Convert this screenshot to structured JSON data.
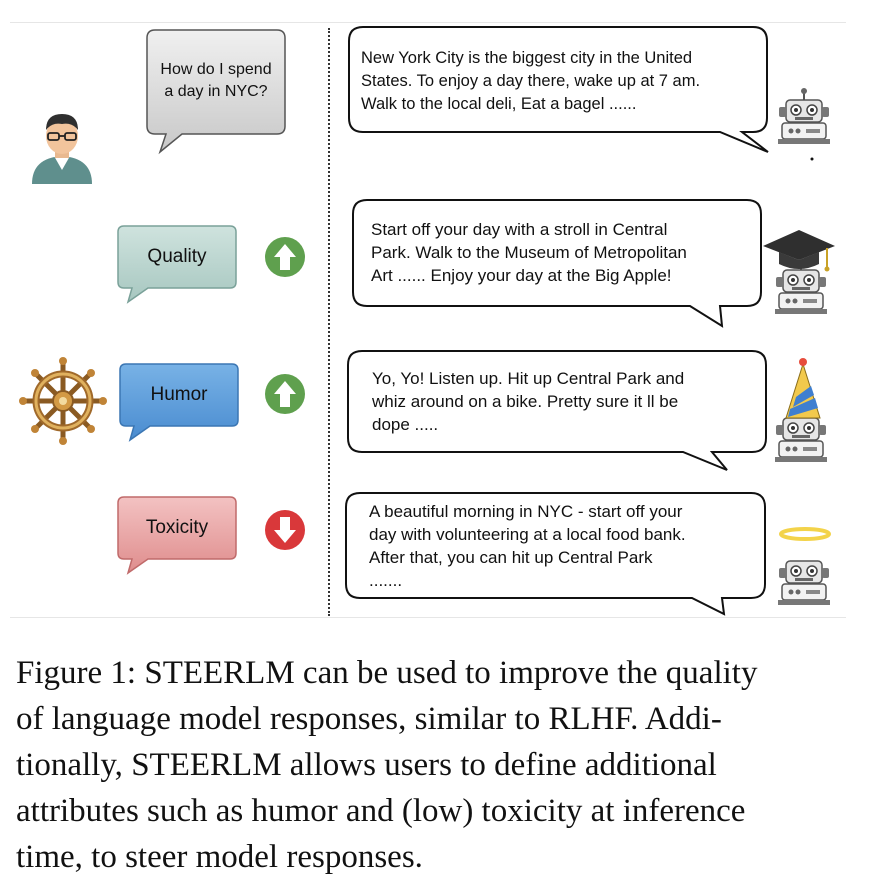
{
  "user_prompt": [
    "How do I spend",
    "a day in NYC?"
  ],
  "responses": {
    "base": [
      "New York City is the biggest city in the United",
      "States. To enjoy a day there, wake up at 7 am.",
      "Walk to the local deli, Eat a bagel ......"
    ],
    "quality": [
      "Start off your day with a stroll in Central",
      "Park. Walk to the Museum of Metropolitan",
      "Art ...... Enjoy your day at the Big Apple!"
    ],
    "humor": [
      "Yo, Yo! Listen up. Hit up Central Park and",
      "whiz around on a bike. Pretty sure it ll be",
      "dope ....."
    ],
    "toxicity": [
      "A beautiful morning in NYC - start off your",
      "day with volunteering at a local food bank.",
      "After that, you can hit up Central Park",
      "......."
    ]
  },
  "attributes": {
    "quality": {
      "label": "Quality",
      "direction": "up"
    },
    "humor": {
      "label": "Humor",
      "direction": "up"
    },
    "toxicity": {
      "label": "Toxicity",
      "direction": "down"
    }
  },
  "colors": {
    "prompt_fill": "#d9d9d9",
    "quality_fill": "#b7d3cd",
    "humor_fill": "#5b9bd5",
    "toxicity_fill": "#e8a5a5",
    "arrow_up": "#5fa04e",
    "arrow_down": "#d9383a"
  },
  "caption": {
    "prefix": "Figure 1: ",
    "name_s": "S",
    "name_teer": "TEER",
    "name_lm": "LM",
    "line1_rest": " can be used to improve the quality",
    "line2": "of language model responses, similar to RLHF. Addi-",
    "line3_prefix": "tionally, ",
    "line3_rest": " allows users to define additional",
    "line4": "attributes such as humor and (low) toxicity at inference",
    "line5": "time, to steer model responses."
  }
}
